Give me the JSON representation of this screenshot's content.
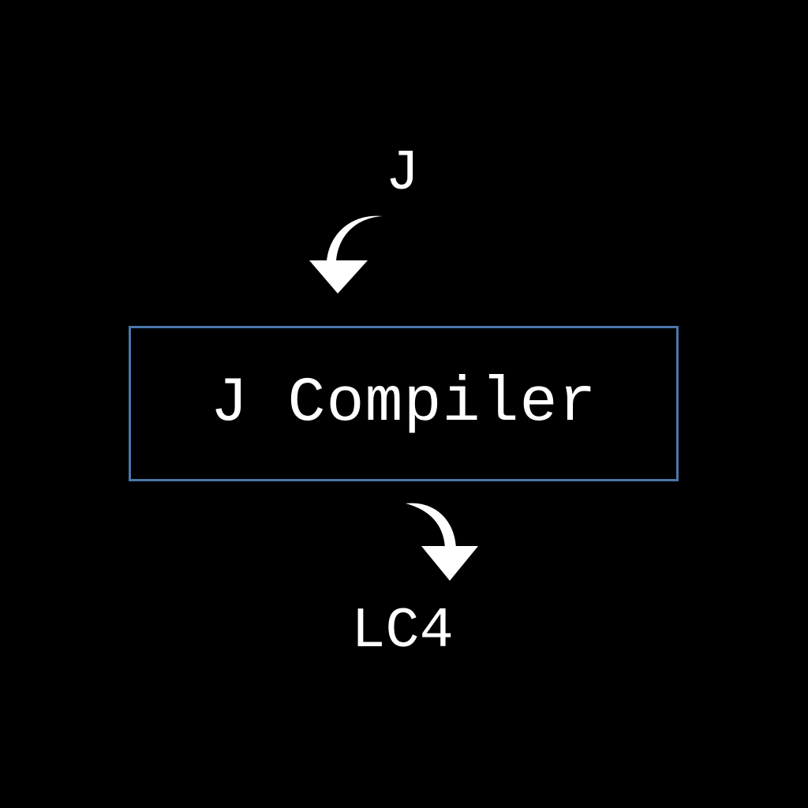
{
  "diagram": {
    "input_label": "J",
    "compiler_label": "J Compiler",
    "output_label": "LC4",
    "colors": {
      "background": "#000000",
      "text": "#ffffff",
      "box_border": "#4a77aa",
      "arrow": "#ffffff"
    },
    "icons": {
      "input_arrow": "curved-arrow-down-left-icon",
      "output_arrow": "curved-arrow-down-right-icon"
    }
  }
}
